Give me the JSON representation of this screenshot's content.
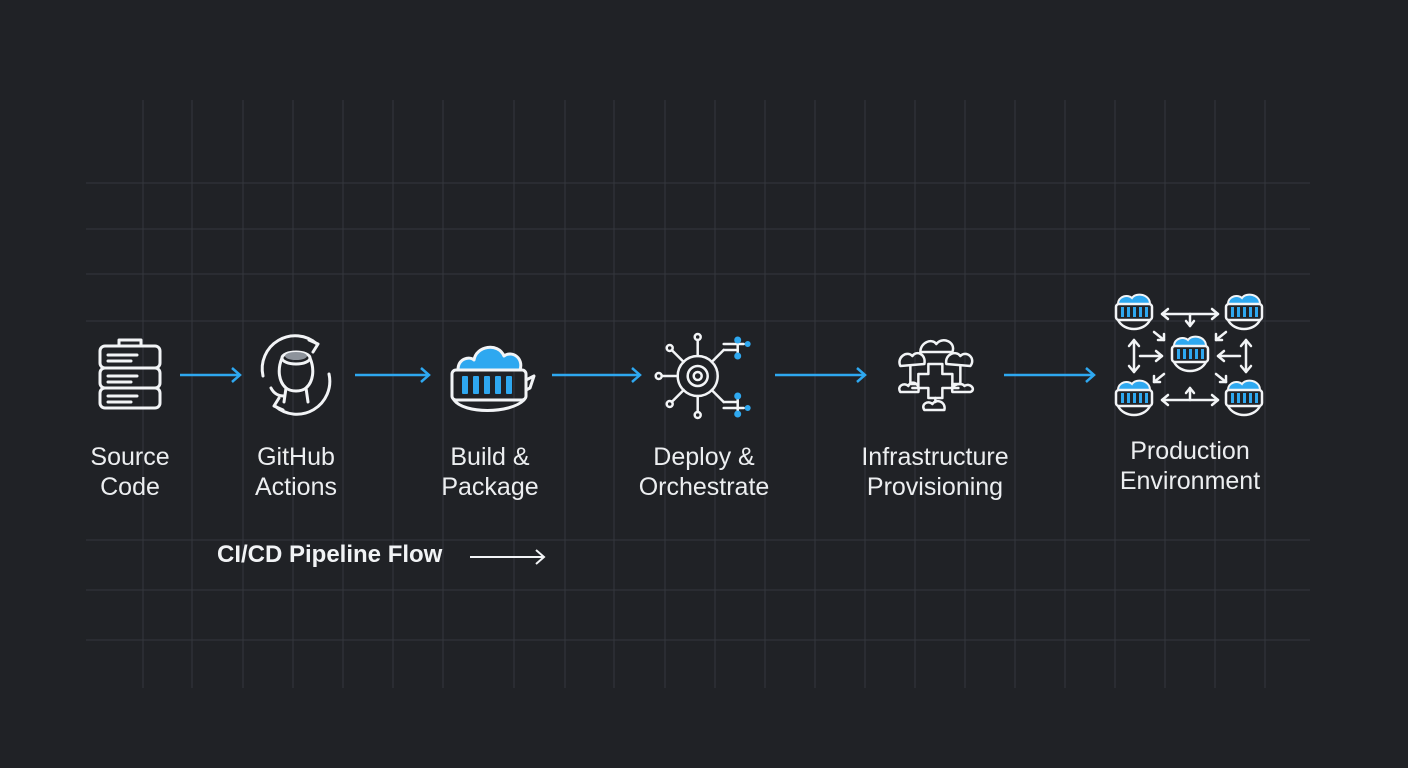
{
  "diagram": {
    "stages": [
      {
        "id": "source",
        "icon": "server-stack-icon",
        "line1": "Source",
        "line2": "Code"
      },
      {
        "id": "github",
        "icon": "github-octocat-icon",
        "line1": "GitHub",
        "line2": "Actions"
      },
      {
        "id": "build",
        "icon": "container-cloud-icon",
        "line1": "Build &",
        "line2": "Package"
      },
      {
        "id": "deploy",
        "icon": "helm-wheel-icon",
        "line1": "Deploy &",
        "line2": "Orchestrate"
      },
      {
        "id": "infra",
        "icon": "cloud-infrastructure-icon",
        "line1": "Infrastructure",
        "line2": "Provisioning"
      },
      {
        "id": "prod",
        "icon": "container-cluster-icon",
        "line1": "Production",
        "line2": "Environment"
      }
    ],
    "caption": "CI/CD Pipeline Flow",
    "colors": {
      "background": "#202226",
      "grid": "#34373d",
      "accent": "#2ea8f0",
      "stroke": "#f2f4f6"
    }
  }
}
